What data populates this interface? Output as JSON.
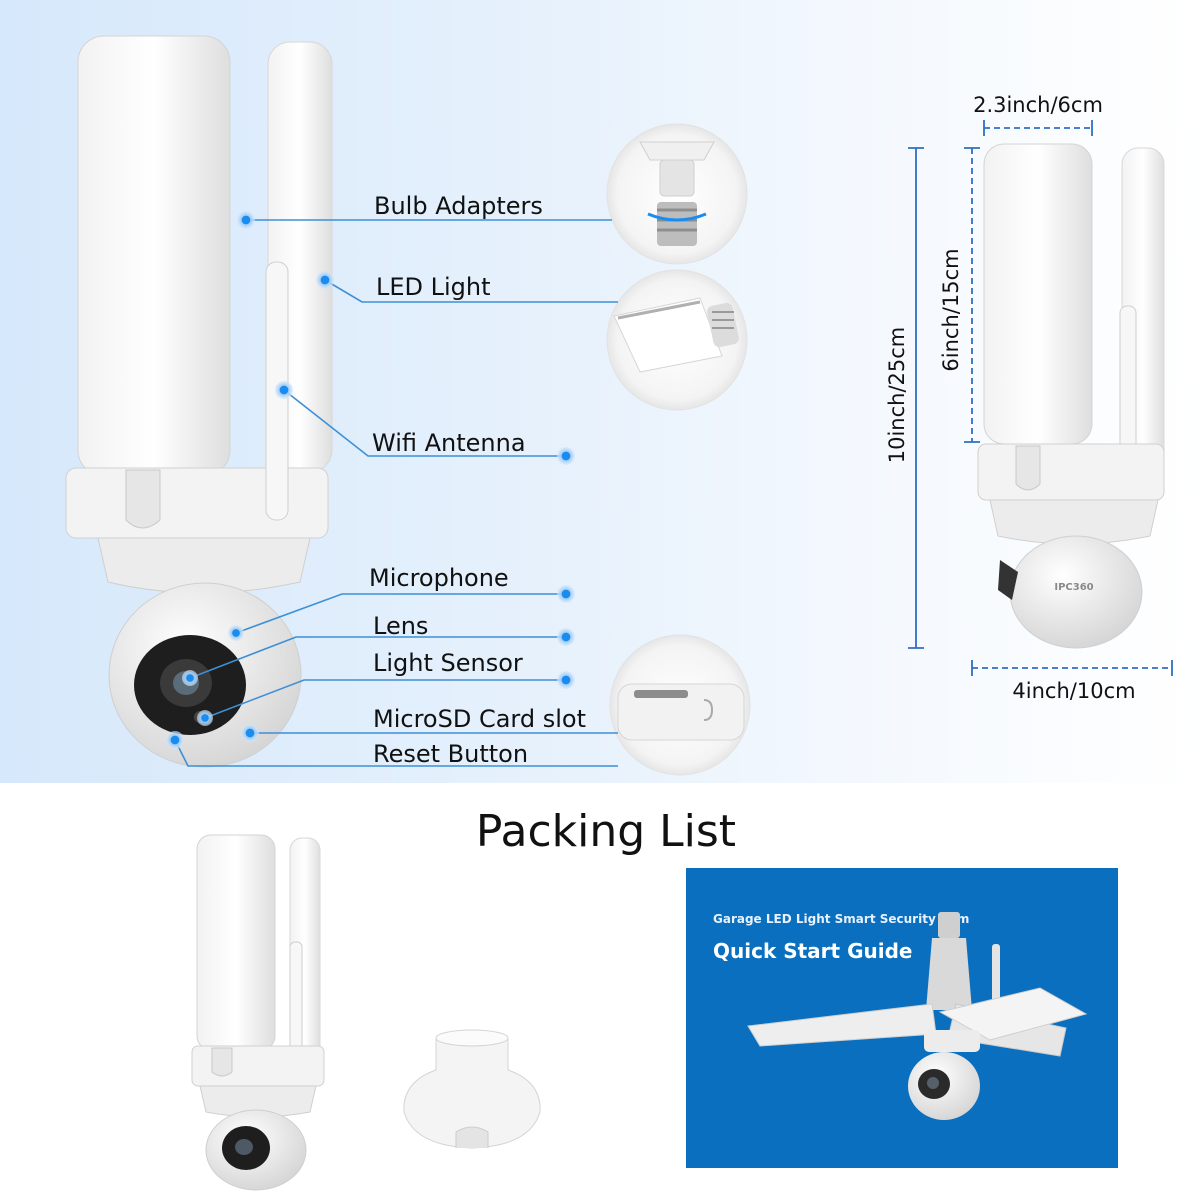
{
  "callouts": {
    "bulb_adapters": "Bulb Adapters",
    "led_light": "LED Light",
    "wifi_antenna": "Wifi Antenna",
    "microphone": "Microphone",
    "lens": "Lens",
    "light_sensor": "Light Sensor",
    "microsd_slot": "MicroSD Card slot",
    "reset_button": "Reset Button"
  },
  "dimensions": {
    "width_top": "2.3inch/6cm",
    "total_height": "10inch/25cm",
    "panel_height": "6inch/15cm",
    "width_bottom": "4inch/10cm"
  },
  "packing_list": {
    "title": "Packing List",
    "guide_subtitle": "Garage LED Light Smart Security Cam",
    "guide_title": "Quick Start Guide"
  },
  "product_mark": "IPC360",
  "colors": {
    "callout_blue": "#1a8cf0",
    "line_blue": "#3d8fd6",
    "dimension_blue": "#2f6fc4",
    "guide_blue": "#0a74c6"
  }
}
